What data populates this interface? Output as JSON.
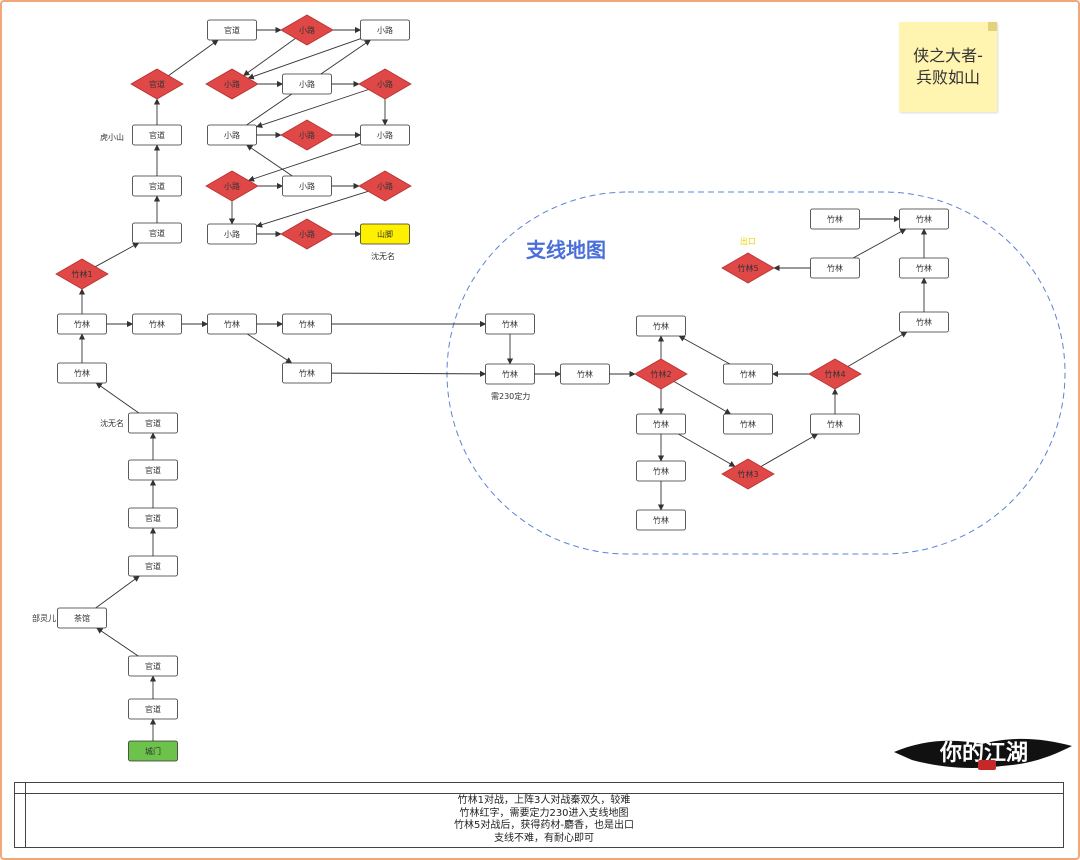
{
  "note": {
    "text": "侠之大者-\n兵败如山"
  },
  "branch_title": "支线地图",
  "exit_label": "出口",
  "free_labels": {
    "huxiaoshan": "虎小山",
    "shenwuming_top": "沈无名",
    "shenwuming_left": "沈无名",
    "buling": "部灵儿",
    "need_dingli": "需230定力"
  },
  "logo_text": "你的江湖",
  "footer_lines": [
    "竹林1对战，上阵3人对战秦双久，较难",
    "竹林红字，需要定力230进入支线地图",
    "竹林5对战后，获得药材-麝香，也是出口",
    "支线不难，有耐心即可"
  ],
  "colors": {
    "diamond_fill": "#e04848",
    "start_fill": "#6cc24a",
    "goal_fill": "#fff000",
    "red_text": "#e03030"
  },
  "nodes": [
    {
      "id": "n1",
      "label": "城门",
      "kind": "start"
    },
    {
      "id": "n2",
      "label": "官道",
      "kind": "box"
    },
    {
      "id": "n3",
      "label": "官道",
      "kind": "box"
    },
    {
      "id": "n4",
      "label": "茶馆",
      "kind": "box"
    },
    {
      "id": "n5",
      "label": "官道",
      "kind": "box"
    },
    {
      "id": "n6",
      "label": "官道",
      "kind": "box"
    },
    {
      "id": "n7",
      "label": "官道",
      "kind": "box"
    },
    {
      "id": "n8",
      "label": "官道",
      "kind": "box"
    },
    {
      "id": "n9",
      "label": "竹林",
      "kind": "box"
    },
    {
      "id": "n10",
      "label": "竹林",
      "kind": "box"
    },
    {
      "id": "n11",
      "label": "竹林1",
      "kind": "diamond"
    },
    {
      "id": "n12",
      "label": "官道",
      "kind": "box"
    },
    {
      "id": "n13",
      "label": "官道",
      "kind": "box"
    },
    {
      "id": "n14",
      "label": "官道",
      "kind": "box"
    },
    {
      "id": "n15",
      "label": "官道",
      "kind": "diamond"
    },
    {
      "id": "n16",
      "label": "官道",
      "kind": "box"
    },
    {
      "id": "n17",
      "label": "小路",
      "kind": "diamond"
    },
    {
      "id": "n18",
      "label": "小路",
      "kind": "box"
    },
    {
      "id": "n19",
      "label": "小路",
      "kind": "diamond"
    },
    {
      "id": "n20",
      "label": "小路",
      "kind": "box"
    },
    {
      "id": "n21",
      "label": "小路",
      "kind": "diamond"
    },
    {
      "id": "n22",
      "label": "小路",
      "kind": "box"
    },
    {
      "id": "n23",
      "label": "小路",
      "kind": "diamond"
    },
    {
      "id": "n24",
      "label": "小路",
      "kind": "box"
    },
    {
      "id": "n25",
      "label": "小路",
      "kind": "diamond"
    },
    {
      "id": "n26",
      "label": "小路",
      "kind": "box"
    },
    {
      "id": "n27",
      "label": "小路",
      "kind": "diamond"
    },
    {
      "id": "n28",
      "label": "小路",
      "kind": "box"
    },
    {
      "id": "n29",
      "label": "小路",
      "kind": "diamond"
    },
    {
      "id": "n30",
      "label": "山脚",
      "kind": "goal"
    },
    {
      "id": "n31",
      "label": "竹林",
      "kind": "box"
    },
    {
      "id": "n32",
      "label": "竹林",
      "kind": "box"
    },
    {
      "id": "n33",
      "label": "竹林",
      "kind": "box"
    },
    {
      "id": "n34",
      "label": "竹林",
      "kind": "box"
    },
    {
      "id": "n35",
      "label": "竹林",
      "kind": "box"
    },
    {
      "id": "n36",
      "label": "竹林",
      "kind": "redtext"
    },
    {
      "id": "n37",
      "label": "竹林",
      "kind": "box"
    },
    {
      "id": "n38",
      "label": "竹林2",
      "kind": "diamond"
    },
    {
      "id": "n39",
      "label": "竹林",
      "kind": "box"
    },
    {
      "id": "n40",
      "label": "竹林",
      "kind": "box"
    },
    {
      "id": "n41",
      "label": "竹林",
      "kind": "box"
    },
    {
      "id": "n42",
      "label": "竹林",
      "kind": "box"
    },
    {
      "id": "n43",
      "label": "竹林3",
      "kind": "diamond"
    },
    {
      "id": "n44",
      "label": "竹林",
      "kind": "box"
    },
    {
      "id": "n45",
      "label": "竹林",
      "kind": "box"
    },
    {
      "id": "n46",
      "label": "竹林",
      "kind": "box"
    },
    {
      "id": "n47",
      "label": "竹林4",
      "kind": "diamond"
    },
    {
      "id": "n48",
      "label": "竹林",
      "kind": "box"
    },
    {
      "id": "n49",
      "label": "竹林",
      "kind": "box"
    },
    {
      "id": "n50",
      "label": "竹林",
      "kind": "box"
    },
    {
      "id": "n51",
      "label": "竹林",
      "kind": "box"
    },
    {
      "id": "n52",
      "label": "竹林",
      "kind": "box"
    },
    {
      "id": "n53",
      "label": "竹林5",
      "kind": "diamond"
    }
  ],
  "edges": [
    [
      "n1",
      "n2"
    ],
    [
      "n2",
      "n3"
    ],
    [
      "n3",
      "n4"
    ],
    [
      "n4",
      "n5"
    ],
    [
      "n5",
      "n6"
    ],
    [
      "n6",
      "n7"
    ],
    [
      "n7",
      "n8"
    ],
    [
      "n8",
      "n9"
    ],
    [
      "n9",
      "n10"
    ],
    [
      "n10",
      "n11"
    ],
    [
      "n11",
      "n12"
    ],
    [
      "n12",
      "n13"
    ],
    [
      "n13",
      "n14"
    ],
    [
      "n14",
      "n15"
    ],
    [
      "n15",
      "n16"
    ],
    [
      "n16",
      "n17"
    ],
    [
      "n17",
      "n18"
    ],
    [
      "n18",
      "n19"
    ],
    [
      "n19",
      "n20"
    ],
    [
      "n20",
      "n21"
    ],
    [
      "n21",
      "n22"
    ],
    [
      "n22",
      "n23"
    ],
    [
      "n23",
      "n24"
    ],
    [
      "n24",
      "n25"
    ],
    [
      "n25",
      "n26"
    ],
    [
      "n26",
      "n27"
    ],
    [
      "n27",
      "n28"
    ],
    [
      "n28",
      "n29"
    ],
    [
      "n29",
      "n30"
    ],
    [
      "n17",
      "n19"
    ],
    [
      "n22",
      "n18"
    ],
    [
      "n21",
      "n24"
    ],
    [
      "n26",
      "n22"
    ],
    [
      "n25",
      "n28"
    ],
    [
      "n28",
      "n30"
    ],
    [
      "n10",
      "n31"
    ],
    [
      "n31",
      "n32"
    ],
    [
      "n32",
      "n33"
    ],
    [
      "n32",
      "n34"
    ],
    [
      "n33",
      "n35"
    ],
    [
      "n34",
      "n36"
    ],
    [
      "n35",
      "n36"
    ],
    [
      "n36",
      "n37"
    ],
    [
      "n37",
      "n38"
    ],
    [
      "n38",
      "n39"
    ],
    [
      "n38",
      "n40"
    ],
    [
      "n38",
      "n41"
    ],
    [
      "n41",
      "n42"
    ],
    [
      "n42",
      "n52"
    ],
    [
      "n41",
      "n43"
    ],
    [
      "n43",
      "n44"
    ],
    [
      "n44",
      "n47"
    ],
    [
      "n47",
      "n45"
    ],
    [
      "n45",
      "n39"
    ],
    [
      "n47",
      "n46"
    ],
    [
      "n46",
      "n48"
    ],
    [
      "n48",
      "n49"
    ],
    [
      "n50",
      "n49"
    ],
    [
      "n51",
      "n49"
    ],
    [
      "n51",
      "n53"
    ]
  ]
}
